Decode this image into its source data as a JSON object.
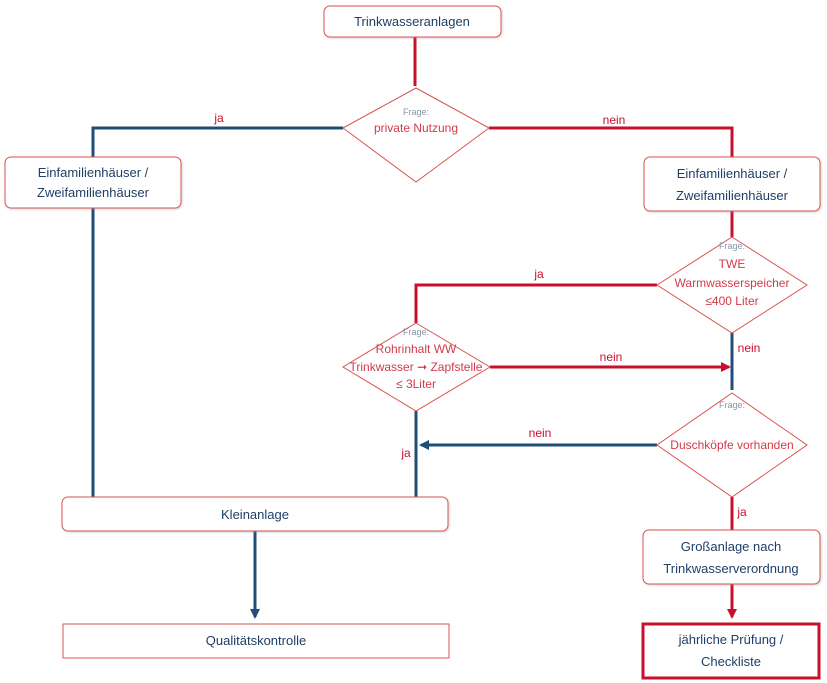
{
  "colors": {
    "red": "#c8102e",
    "blue": "#1f4e79",
    "node_border": "#d9534f",
    "text_dark": "#1f3f66",
    "question_text": "#d43a4a"
  },
  "nodes": {
    "trinkwasseranlagen": "Trinkwasseranlagen",
    "q_private_label": "Frage:",
    "q_private": "private Nutzung",
    "efh_left_line1": "Einfamilienhäuser /",
    "efh_left_line2": "Zweifamilienhäuser",
    "efh_right_line1": "Einfamilienhäuser /",
    "efh_right_line2": "Zweifamilienhäuser",
    "q_twe_label": "Frage:",
    "q_twe_line1": "TWE",
    "q_twe_line2": "Warmwasserspeicher",
    "q_twe_line3": "≤400 Liter",
    "q_rohr_label": "Frage:",
    "q_rohr_line1": "Rohrinhalt  WW",
    "q_rohr_line2": "Trinkwasser ➞ Zapfstelle",
    "q_rohr_line3": "≤ 3Liter",
    "q_dusch_label": "Frage:",
    "q_dusch": "Duschköpfe vorhanden",
    "kleinanlage": "Kleinanlage",
    "grossanlage_line1": "Großanlage nach",
    "grossanlage_line2": "Trinkwasserverordnung",
    "qualitaet": "Qualitätskontrolle",
    "pruefung_line1": "jährliche Prüfung /",
    "pruefung_line2": "Checkliste"
  },
  "edge_labels": {
    "private_yes": "ja",
    "private_no": "nein",
    "twe_yes": "ja",
    "twe_no": "nein",
    "rohr_no": "nein",
    "rohr_yes": "ja",
    "dusch_no": "nein",
    "dusch_yes": "ja"
  }
}
